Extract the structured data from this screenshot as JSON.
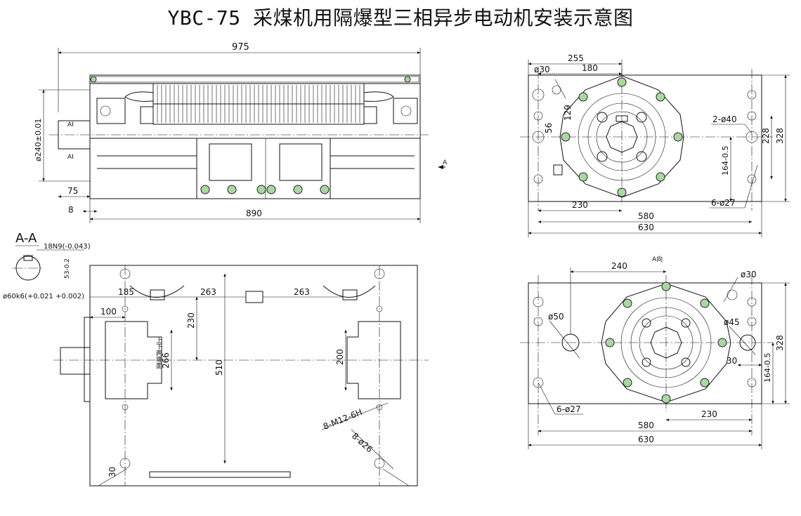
{
  "title": "YBC-75 采煤机用隔爆型三相异步电动机安装示意图",
  "front_view": {
    "overall_length": "975",
    "shaft_dia": "ø240±0.01",
    "shaft_extension": "75",
    "flange_offset": "8",
    "base_length": "890",
    "section_label": "AI",
    "view_arrow_label": "A"
  },
  "section_aa": {
    "label": "A-A",
    "keyway": "18N9(-0.043)",
    "keyway_depth": "53-0.2",
    "shaft_fit": "ø60k6(+0.021 +0.002)"
  },
  "top_view": {
    "dim_185": "185",
    "dim_263_left": "263",
    "dim_263_right": "263",
    "dim_100": "100",
    "dim_230": "230",
    "dim_266": "266",
    "dim_510": "510",
    "dim_200": "200",
    "dim_30": "30",
    "note_side": "上下两端面",
    "thread": "8-M12-6H",
    "holes": "8-ø26"
  },
  "end_view_top": {
    "dim_255": "255",
    "dim_180": "180",
    "dim_30": "ø30",
    "dim_129": "129",
    "dim_56": "56",
    "holes_2": "2-ø40",
    "dim_228": "228",
    "dim_328": "328",
    "dim_164": "164-0.5",
    "holes_6": "6-ø27",
    "dim_230": "230",
    "dim_580": "580",
    "dim_630": "630"
  },
  "end_view_a": {
    "label": "A向",
    "dim_240": "240",
    "dim_30": "ø30",
    "dim_50": "ø50",
    "dim_45": "ø45",
    "dim_30b": "30",
    "dim_328": "328",
    "dim_164": "164-0.5",
    "holes_6": "6-ø27",
    "dim_230": "230",
    "dim_580": "580",
    "dim_630": "630"
  }
}
